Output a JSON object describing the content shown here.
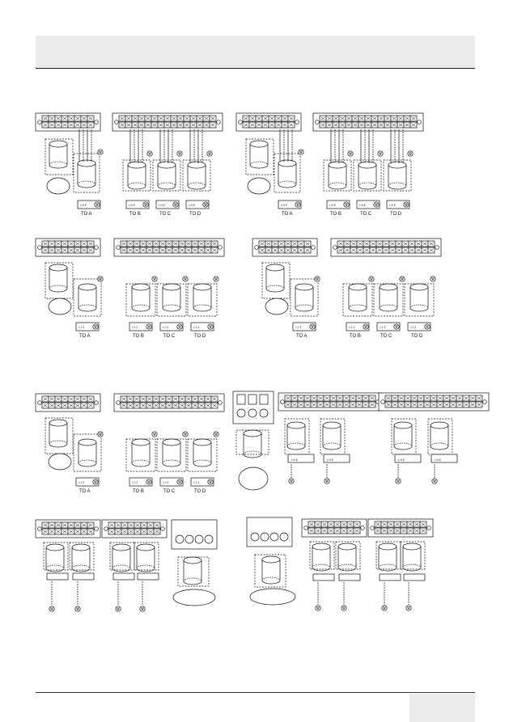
{
  "labels": {
    "to_a": "TO  A",
    "to_b": "TO  B",
    "to_c": "TO  C",
    "to_d": "TO  D",
    "lne": "L N E",
    "lne_small": "L N E",
    "comm": "1 2 3"
  },
  "icons": {
    "ground": "ground-icon",
    "cylinder": "cable-bundle-cylinder",
    "ellipse": "unit-ellipse"
  },
  "colors": {
    "line": "#111111",
    "band": "#ebebeb"
  }
}
